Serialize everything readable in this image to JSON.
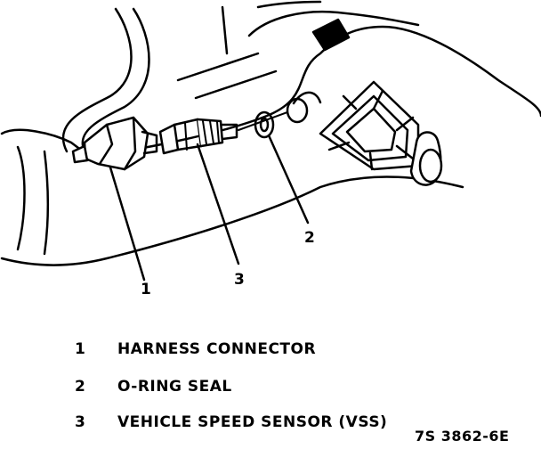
{
  "callouts": [
    {
      "num": "1"
    },
    {
      "num": "2"
    },
    {
      "num": "3"
    }
  ],
  "legend": [
    {
      "num": "1",
      "text": "HARNESS CONNECTOR"
    },
    {
      "num": "2",
      "text": "O-RING SEAL"
    },
    {
      "num": "3",
      "text": "VEHICLE SPEED SENSOR (VSS)"
    }
  ],
  "figure_id": "7S 3862-6E",
  "colors": {
    "ink": "#000000",
    "paper": "#ffffff"
  }
}
